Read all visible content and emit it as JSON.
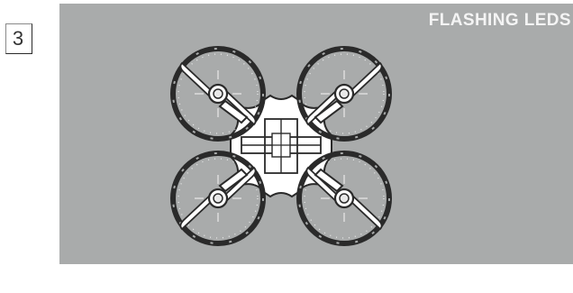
{
  "step": {
    "number": "3"
  },
  "panel": {
    "title": "FLASHING LEDS",
    "background_color": "#a9abab"
  },
  "illustration": {
    "subject": "quadcopter-drone-top-view",
    "led_state": "flashing"
  }
}
